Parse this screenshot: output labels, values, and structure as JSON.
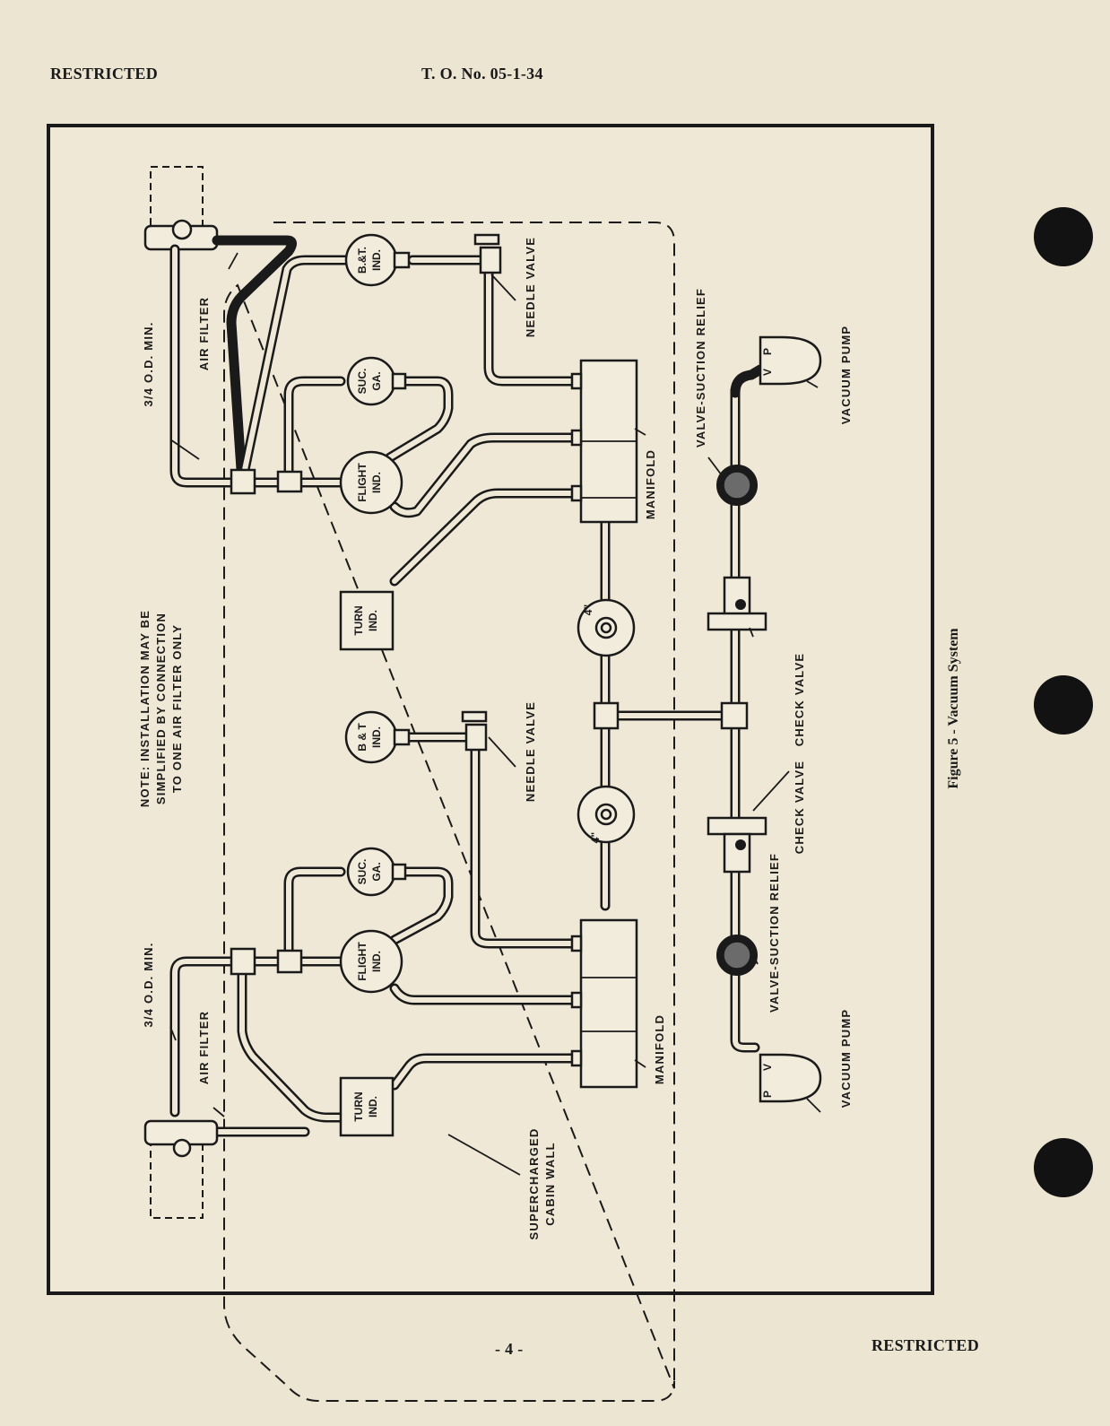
{
  "header": {
    "left": "RESTRICTED",
    "center": "T. O. No. 05-1-34"
  },
  "footer": {
    "page_number": "- 4 -",
    "right": "RESTRICTED"
  },
  "figure": {
    "caption": "Figure 5 - Vacuum System",
    "note_lines": [
      "NOTE: INSTALLATION MAY BE",
      "SIMPLIFIED BY CONNECTION",
      "TO ONE AIR FILTER ONLY"
    ],
    "labels": {
      "od_min_top": "3/4 O.D. MIN.",
      "od_min_bottom": "3/4 O.D. MIN.",
      "air_filter_top": "AIR FILTER",
      "air_filter_bottom": "AIR FILTER",
      "needle_valve_top": "NEEDLE VALVE",
      "needle_valve_bottom": "NEEDLE VALVE",
      "manifold_top": "MANIFOLD",
      "manifold_bottom": "MANIFOLD",
      "valve_suction_relief_top": "VALVE-SUCTION RELIEF",
      "valve_suction_relief_bottom": "VALVE-SUCTION RELIEF",
      "vacuum_pump_top": "VACUUM PUMP",
      "vacuum_pump_bottom": "VACUUM PUMP",
      "check_valve_top": "CHECK VALVE",
      "check_valve_bottom": "CHECK VALVE",
      "cabin_wall_line1": "SUPERCHARGED",
      "cabin_wall_line2": "CABIN WALL",
      "pipe_size_top": "4\"",
      "pipe_size_bottom": "4\""
    },
    "gauges": {
      "bt_top_1": "B.&T.",
      "bt_top_2": "IND.",
      "suc_top_1": "SUC.",
      "suc_top_2": "GA.",
      "flight_top_1": "FLIGHT",
      "flight_top_2": "IND.",
      "turn_top_1": "TURN",
      "turn_top_2": "IND.",
      "bt_bottom_1": "B & T",
      "bt_bottom_2": "IND.",
      "suc_bottom_1": "SUC.",
      "suc_bottom_2": "GA.",
      "flight_bottom_1": "FLIGHT",
      "flight_bottom_2": "IND.",
      "turn_bottom_1": "TURN",
      "turn_bottom_2": "IND."
    },
    "pump_ports": {
      "v": "V",
      "p": "P"
    }
  }
}
